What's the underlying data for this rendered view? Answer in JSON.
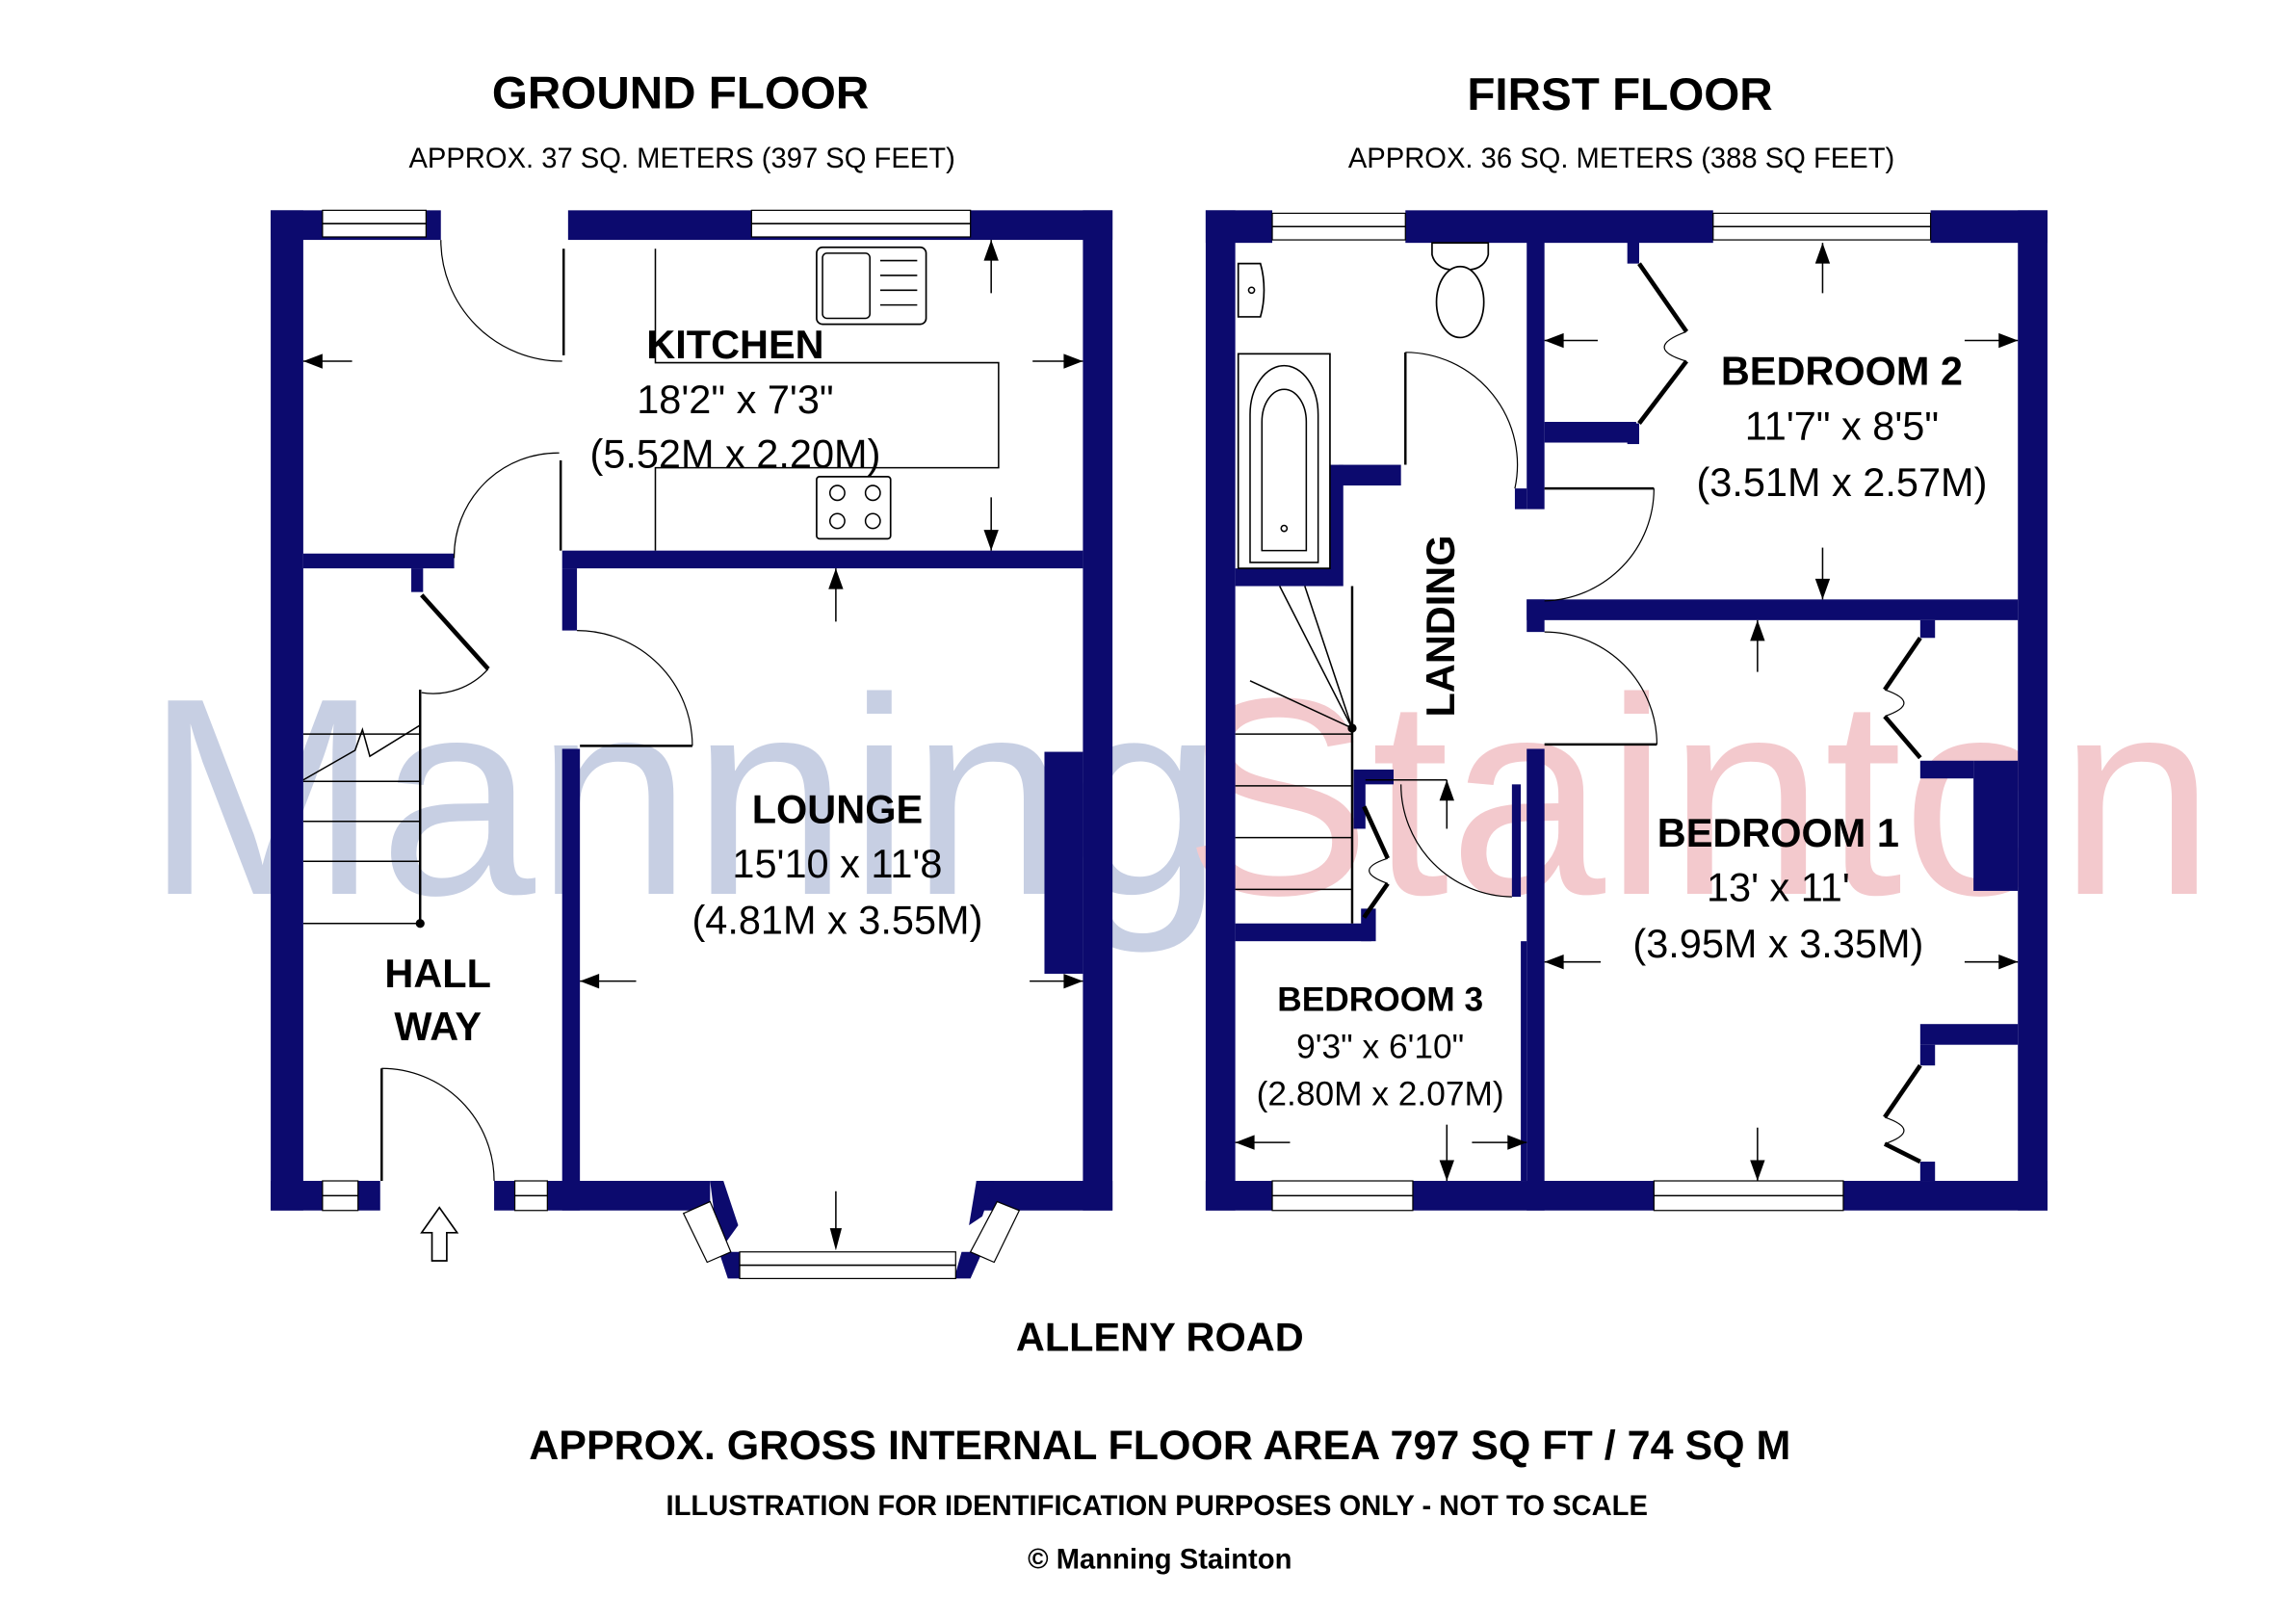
{
  "watermark": {
    "part1": "Manning",
    "part2": "Stainton",
    "color1": "#c7cfe3",
    "color2": "#f3c9cd"
  },
  "colors": {
    "wall": "#0c0a6e",
    "text": "#000000",
    "background": "#ffffff"
  },
  "ground_floor": {
    "title": "GROUND FLOOR",
    "area": "APPROX. 37 SQ. METERS (397 SQ FEET)",
    "rooms": {
      "kitchen": {
        "name": "KITCHEN",
        "imperial": "18'2\" x 7'3\"",
        "metric": "(5.52M x 2.20M)"
      },
      "lounge": {
        "name": "LOUNGE",
        "imperial": "15'10 x 11'8",
        "metric": "(4.81M x 3.55M)"
      },
      "hallway": {
        "name_line1": "HALL",
        "name_line2": "WAY"
      }
    }
  },
  "first_floor": {
    "title": "FIRST FLOOR",
    "area": "APPROX. 36 SQ. METERS (388 SQ FEET)",
    "rooms": {
      "bedroom2": {
        "name": "BEDROOM 2",
        "imperial": "11'7\" x 8'5\"",
        "metric": "(3.51M x 2.57M)"
      },
      "bedroom1": {
        "name": "BEDROOM 1",
        "imperial": "13' x 11'",
        "metric": "(3.95M x 3.35M)"
      },
      "bedroom3": {
        "name": "BEDROOM 3",
        "imperial": "9'3\" x 6'10\"",
        "metric": "(2.80M x 2.07M)"
      },
      "landing": {
        "name": "LANDING"
      }
    }
  },
  "footer": {
    "street": "ALLENY ROAD",
    "gross_area": "APPROX. GROSS INTERNAL FLOOR AREA 797 SQ FT / 74 SQ M",
    "disclaimer": "ILLUSTRATION FOR IDENTIFICATION PURPOSES ONLY - NOT TO SCALE",
    "copyright": "© Manning Stainton"
  }
}
